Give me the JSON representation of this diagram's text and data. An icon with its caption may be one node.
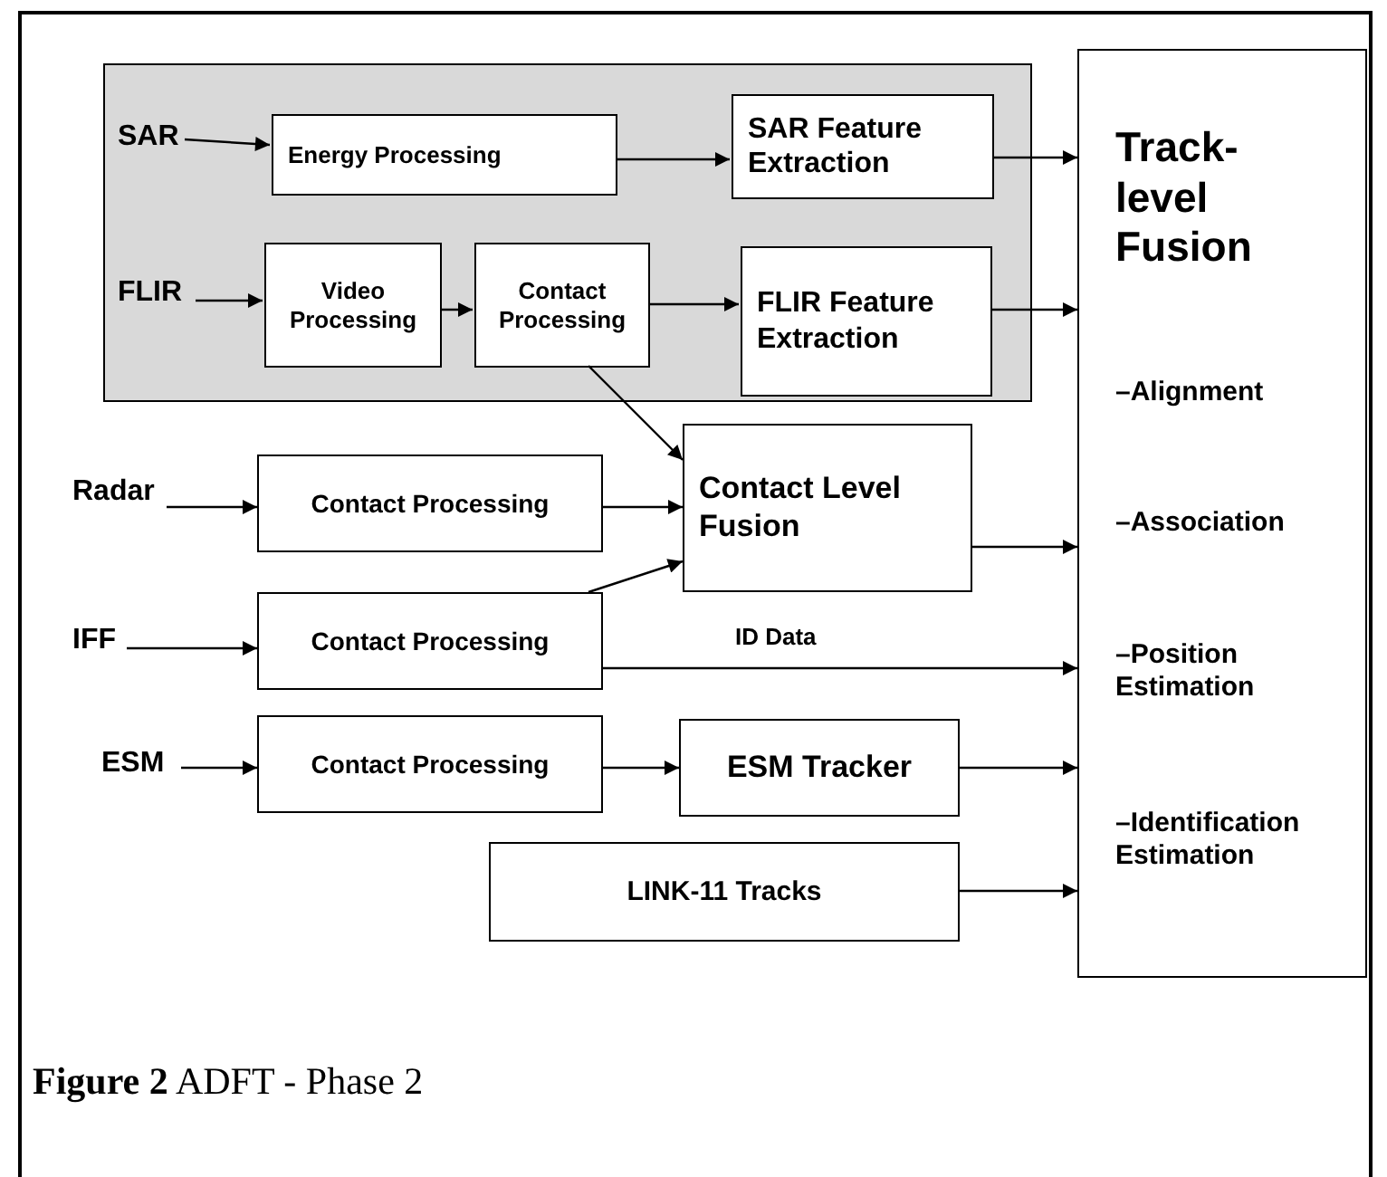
{
  "diagram": {
    "caption": "**Figure 2** ADFT - Phase 2",
    "nodes": [
      {
        "text": [],
        "shape": "box"
      },
      {
        "text": [
          "SAR"
        ],
        "in": 0
      },
      {
        "text": [
          "Energy Processing"
        ],
        "in": 0
      },
      {
        "text": [
          "SAR Feature Extraction"
        ],
        "in": 0
      },
      {
        "text": [
          "FLIR"
        ],
        "in": 0
      },
      {
        "text": [
          "Video Processing"
        ],
        "in": 0
      },
      {
        "text": [
          "Contact Processing"
        ],
        "in": 0
      },
      {
        "text": [
          "FLIR Feature Extraction"
        ],
        "in": 0
      },
      {
        "text": [
          "Track-level Fusion",
          "–Alignment",
          "–Association",
          "–Position Estimation",
          "–Identification Estimation"
        ]
      },
      {
        "text": [
          "Radar"
        ]
      },
      {
        "text": [
          "Contact Processing"
        ]
      },
      {
        "text": [
          "Contact Level Fusion"
        ]
      },
      {
        "text": [
          "IFF"
        ]
      },
      {
        "text": [
          "Contact Processing"
        ]
      },
      {
        "text": [
          "ESM"
        ]
      },
      {
        "text": [
          "Contact Processing"
        ]
      },
      {
        "text": [
          "ESM Tracker"
        ]
      },
      {
        "text": [
          "LINK-11 Tracks"
        ]
      }
    ],
    "edges": [
      {
        "from": 1,
        "to": 2,
        "arrow": "to"
      },
      {
        "from": 2,
        "to": 3,
        "arrow": "to"
      },
      {
        "from": 3,
        "to": 8,
        "arrow": "to"
      },
      {
        "from": 4,
        "to": 5,
        "arrow": "to"
      },
      {
        "from": 5,
        "to": 6,
        "arrow": "to"
      },
      {
        "from": 6,
        "to": 7,
        "arrow": "to"
      },
      {
        "from": 7,
        "to": 8,
        "arrow": "to"
      },
      {
        "from": 6,
        "to": 11,
        "arrow": "to"
      },
      {
        "from": 9,
        "to": 10,
        "arrow": "to"
      },
      {
        "from": 10,
        "to": 11,
        "arrow": "to"
      },
      {
        "from": 13,
        "to": 11,
        "arrow": "to"
      },
      {
        "from": 11,
        "to": 8,
        "arrow": "to"
      },
      {
        "from": 12,
        "to": 13,
        "arrow": "to"
      },
      {
        "from": 13,
        "to": 8,
        "label": "ID Data",
        "arrow": "to"
      },
      {
        "from": 14,
        "to": 15,
        "arrow": "to"
      },
      {
        "from": 15,
        "to": 16,
        "arrow": "to"
      },
      {
        "from": 16,
        "to": 8,
        "arrow": "to"
      },
      {
        "from": 17,
        "to": 8,
        "arrow": "to"
      }
    ]
  }
}
